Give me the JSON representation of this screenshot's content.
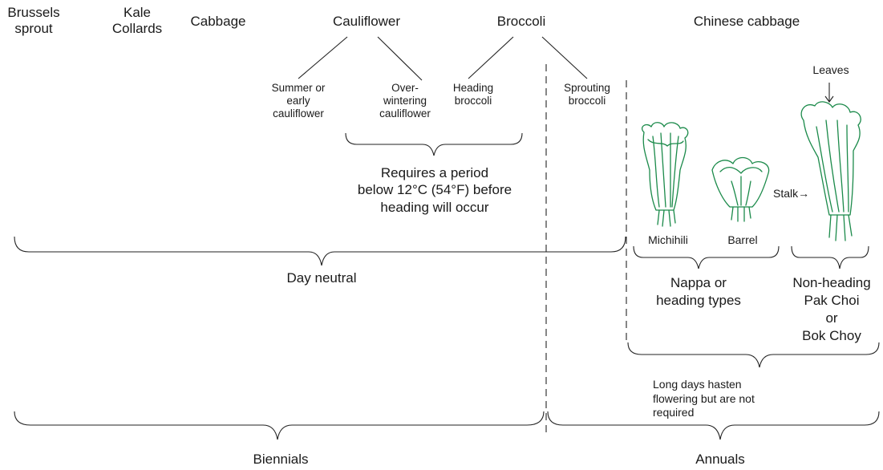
{
  "crops": {
    "brussels_sprout": "Brussels\nsprout",
    "kale_collards": "Kale\nCollards",
    "cabbage": "Cabbage",
    "cauliflower": "Cauliflower",
    "broccoli": "Broccoli",
    "chinese_cabbage": "Chinese cabbage"
  },
  "subtypes": {
    "summer_cauliflower": "Summer or\nearly\ncauliflower",
    "overwintering_cauliflower": "Over-\nwintering\ncauliflower",
    "heading_broccoli": "Heading\nbroccoli",
    "sprouting_broccoli": "Sprouting\nbroccoli"
  },
  "notes": {
    "cold_requirement": "Requires a period\nbelow 12°C (54°F) before\nheading will occur",
    "day_neutral": "Day neutral",
    "long_days": "Long days hasten\nflowering but are not\nrequired"
  },
  "chinese_types": {
    "michihili": "Michihili",
    "barrel": "Barrel",
    "leaves": "Leaves",
    "stalk": "Stalk→",
    "nappa": "Nappa or\nheading types",
    "non_heading": "Non-heading\nPak Choi\nor\nBok Choy"
  },
  "life_cycle": {
    "biennials": "Biennials",
    "annuals": "Annuals"
  },
  "colors": {
    "text": "#1a1a1a",
    "plant_outline": "#1b8a4a"
  }
}
